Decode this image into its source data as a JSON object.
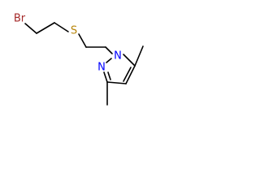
{
  "molecule": {
    "atoms": {
      "bromine": "Br",
      "sulfur": "S",
      "nitrogen_1": "N",
      "nitrogen_2": "N"
    },
    "colors": {
      "bromine": "#a52a2a",
      "sulfur": "#b8860b",
      "nitrogen": "#0000ff",
      "bond": "#000000",
      "background": "#ffffff"
    }
  }
}
